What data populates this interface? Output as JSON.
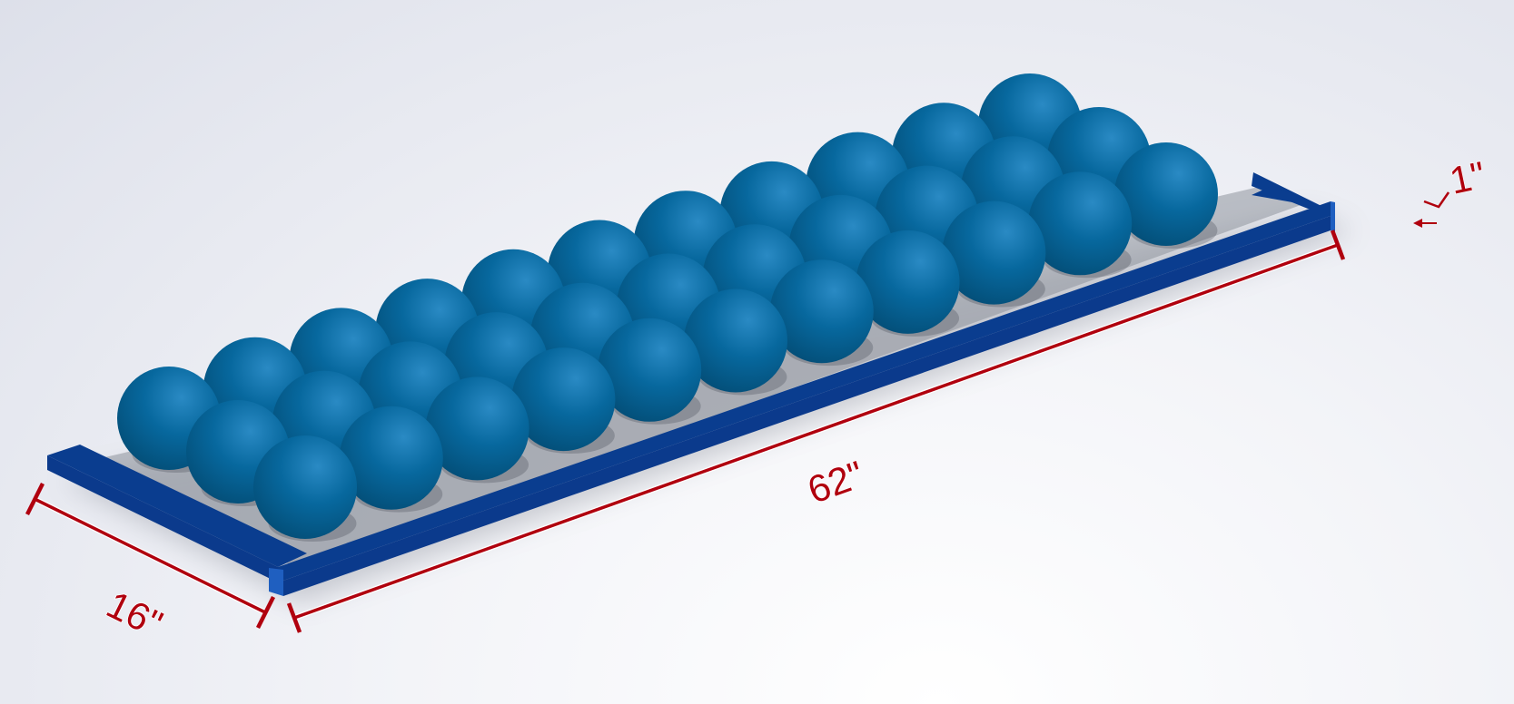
{
  "diagram": {
    "dimensions": {
      "length_label": "62\"",
      "width_label": "16\"",
      "height_label": "1\""
    },
    "balls": {
      "rows": 3,
      "per_row": [
        11,
        11,
        11
      ]
    },
    "colors": {
      "frame_top": "#0a3d8f",
      "frame_side": "#0b3a8c",
      "frame_end": "#1f5fc0",
      "ball_light": "#2a8ac4",
      "ball_mid": "#07689e",
      "ball_dark": "#034b73",
      "dimension": "#b0000e"
    }
  }
}
